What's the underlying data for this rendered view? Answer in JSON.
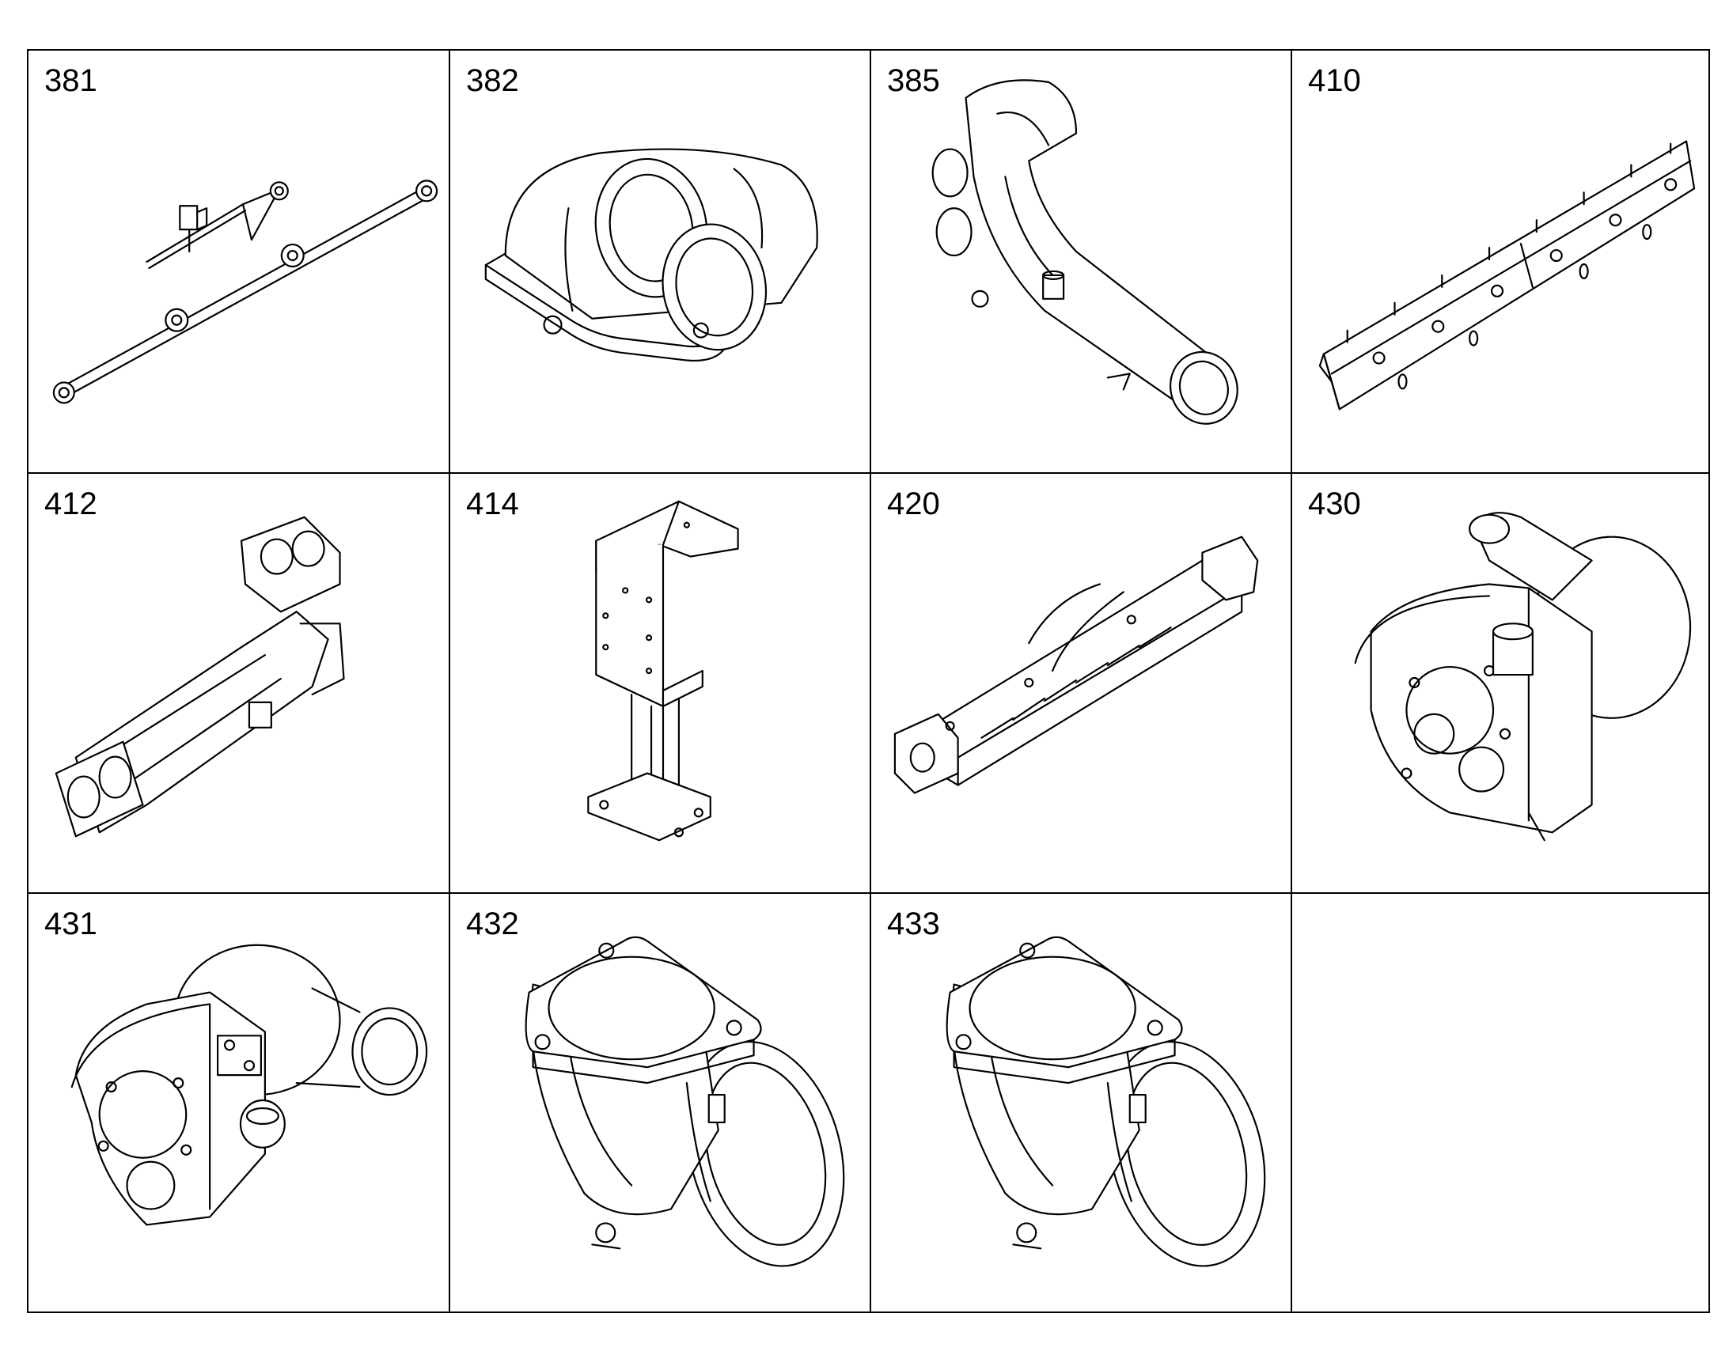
{
  "parts": [
    {
      "number": "381",
      "icon": "rod-linkage-icon"
    },
    {
      "number": "382",
      "icon": "twin-outlet-manifold-icon"
    },
    {
      "number": "385",
      "icon": "bent-pipe-icon"
    },
    {
      "number": "410",
      "icon": "heat-shield-rail-icon"
    },
    {
      "number": "412",
      "icon": "exhaust-manifold-icon"
    },
    {
      "number": "414",
      "icon": "bracket-icon"
    },
    {
      "number": "420",
      "icon": "cooler-assembly-icon"
    },
    {
      "number": "430",
      "icon": "turbocharger-icon"
    },
    {
      "number": "431",
      "icon": "turbocharger-icon"
    },
    {
      "number": "432",
      "icon": "elbow-flange-icon"
    },
    {
      "number": "433",
      "icon": "elbow-flange-icon"
    },
    {
      "number": "",
      "icon": ""
    }
  ]
}
